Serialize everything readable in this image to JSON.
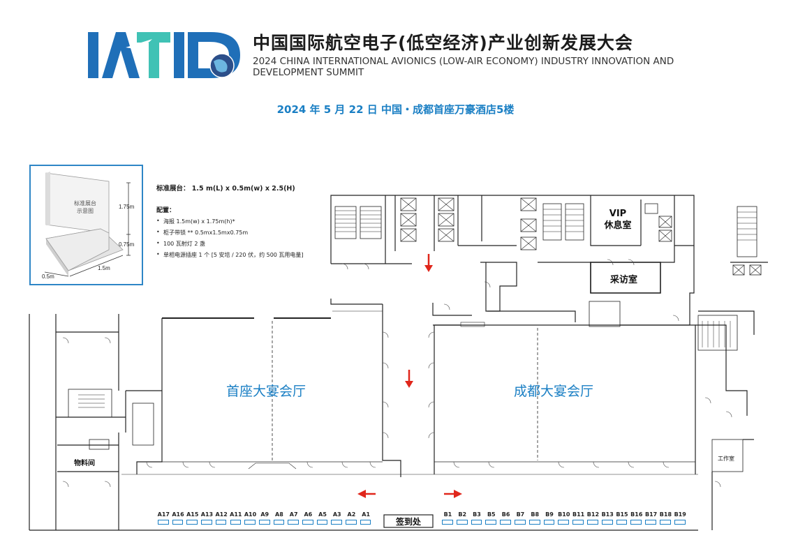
{
  "header": {
    "logo_text": "IATID",
    "title_cn": "中国国际航空电子(低空经济)产业创新发展大会",
    "title_en": "2024 CHINA INTERNATIONAL AVIONICS (LOW-AIR ECONOMY) INDUSTRY INNOVATION AND DEVELOPMENT SUMMIT",
    "subtitle": "2024 年 5 月 22 日    中国・成都首座万豪酒店5楼"
  },
  "booth_diagram": {
    "label_line1": "标准展台",
    "label_line2": "示意图",
    "dim_height_upper": "1.75m",
    "dim_height_lower": "0.75m",
    "dim_length": "1.5m",
    "dim_width": "0.5m"
  },
  "booth_info": {
    "standard": "标准展台：  1.5 m(L) x 0.5m(w) x 2.5(H)",
    "config_title": "配置：",
    "items": [
      "海报 1.5m(w) x 1.75m(h)*",
      "柜子带锁 ** 0.5mx1.5mx0.75m",
      "100 瓦射灯 2 盏",
      "单相电源插座 1 个 [5 安培 / 220 伏，约 500 瓦用电量]"
    ]
  },
  "rooms": {
    "hall_a": "首座大宴会厅",
    "hall_b": "成都大宴会厅",
    "vip_line1": "VIP",
    "vip_line2": "休息室",
    "interview": "采访室",
    "storage": "物料间",
    "office": "工作室",
    "registration": "签到处"
  },
  "booths_a": [
    "A17",
    "A16",
    "A15",
    "A13",
    "A12",
    "A11",
    "A10",
    "A9",
    "A8",
    "A7",
    "A6",
    "A5",
    "A3",
    "A2",
    "A1"
  ],
  "booths_b": [
    "B1",
    "B2",
    "B3",
    "B5",
    "B6",
    "B7",
    "B8",
    "B9",
    "B10",
    "B11",
    "B12",
    "B13",
    "B15",
    "B16",
    "B17",
    "B18",
    "B19"
  ],
  "colors": {
    "accent_blue": "#1a7fc4",
    "logo_blue": "#1f6fb8",
    "logo_teal": "#40c2b5",
    "arrow_red": "#e0261b",
    "wall": "#222222"
  }
}
